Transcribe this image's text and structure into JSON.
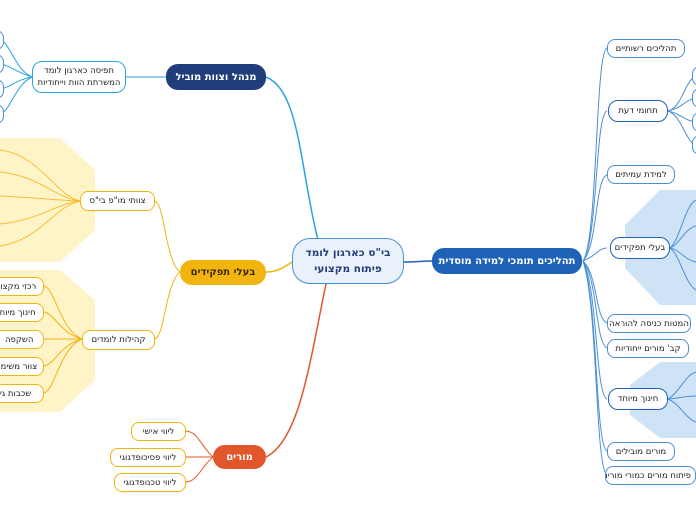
{
  "central": {
    "line1": "בי\"ס כארגון לומד",
    "line2": "פיתוח מקצועי"
  },
  "topics": {
    "management": "מנהל וצוות מוביל",
    "role_holders": "בעלי תפקידים",
    "teachers": "מורים",
    "processes": "תהליכים תומכי למידה מוסדית"
  },
  "management_children": {
    "perception": "תפיסה כארגון לומד המשרתת הוות וייחודיות"
  },
  "role_children": {
    "staff": "צוותי מו\"פ בי\"ס",
    "communities": "קהילות לומדים"
  },
  "community_items": [
    "רכזי מקצוע",
    "חינוך מיוחד",
    "השקפה",
    "צוור משימה",
    "שכבות גיל"
  ],
  "teacher_items": [
    "ליווי אישי",
    "ליווי פסיכופדגוגי",
    "ליווי טכנופדגוגי"
  ],
  "process_items": {
    "admin": "תהליכים רשותיים",
    "knowledge": "תחומי דעת",
    "peers": "למידת עמיתים",
    "roles": "בעלי תפקידים",
    "induction": "המטות כניסה להוראה",
    "special_teachers": "קב' מורים ייחודיות",
    "special_ed": "חינוך מיוחד",
    "leading_teachers": "מורים מובילים",
    "mentors": "פיתוח מורים כמורי מורים"
  },
  "colors": {
    "blue_line": "#4a8fd6",
    "yellow_line": "#f2b40f",
    "orange_line": "#e2562b",
    "teal_line": "#2aa3e0",
    "yellow_fill": "#fff4c8",
    "blue_fill": "#cfe3f6"
  }
}
